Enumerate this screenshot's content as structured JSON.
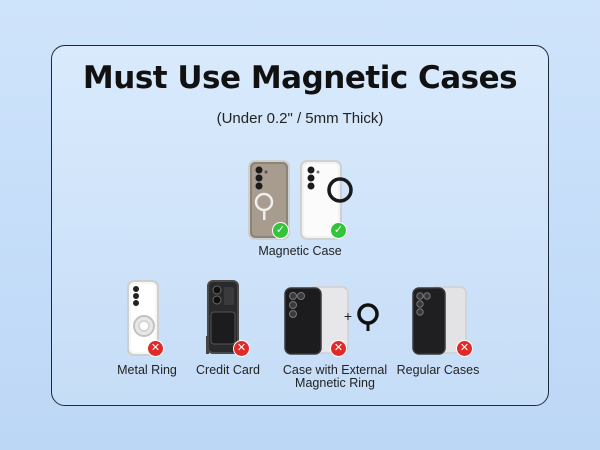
{
  "heading": {
    "title": "Must Use Magnetic Cases",
    "subtitle": "(Under 0.2\" / 5mm Thick)"
  },
  "recommended": {
    "label": "Magnetic Case",
    "status": "supported",
    "badge_color": "#34c43c"
  },
  "not_supported": [
    {
      "label": "Metal Ring"
    },
    {
      "label": "Credit Card"
    },
    {
      "label_line1": "Case with External",
      "label_line2": "Magnetic Ring"
    },
    {
      "label": "Regular Cases"
    }
  ],
  "colors": {
    "background": "#c6ddf7",
    "border": "#1e2a38",
    "ok": "#34c43c",
    "bad": "#e02a2a"
  },
  "symbols": {
    "check": "✓",
    "cross": "✕",
    "plus": "+"
  }
}
